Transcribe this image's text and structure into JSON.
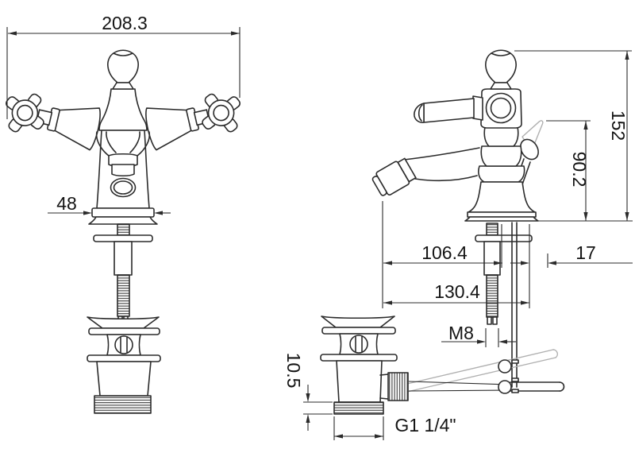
{
  "dimensions": {
    "overall_width": "208.3",
    "base_width": "48",
    "overall_height": "152",
    "handle_height": "90.2",
    "spout_reach": "106.4",
    "rod_offset": "17",
    "overall_reach": "130.4",
    "stud_thread": "M8",
    "tailpiece_height": "10.5",
    "waste_thread": "G1 1/4\""
  },
  "colors": {
    "line": "#2b2b2b",
    "phantom": "#b0b0b0",
    "background": "#ffffff"
  }
}
